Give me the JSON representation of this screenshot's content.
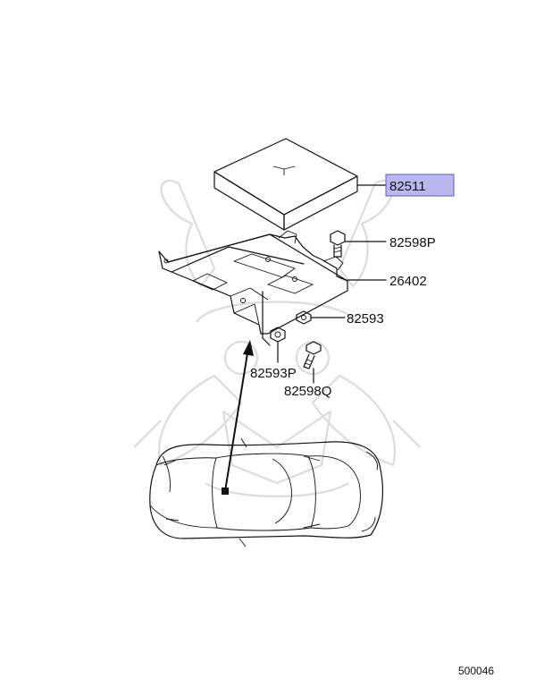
{
  "parts": {
    "p82511": "82511",
    "p82598P": "82598P",
    "p26402": "26402",
    "p82593": "82593",
    "p82593P": "82593P",
    "p82598Q": "82598Q"
  },
  "figure_id": "500046",
  "highlight_color": "#b9b8ee"
}
